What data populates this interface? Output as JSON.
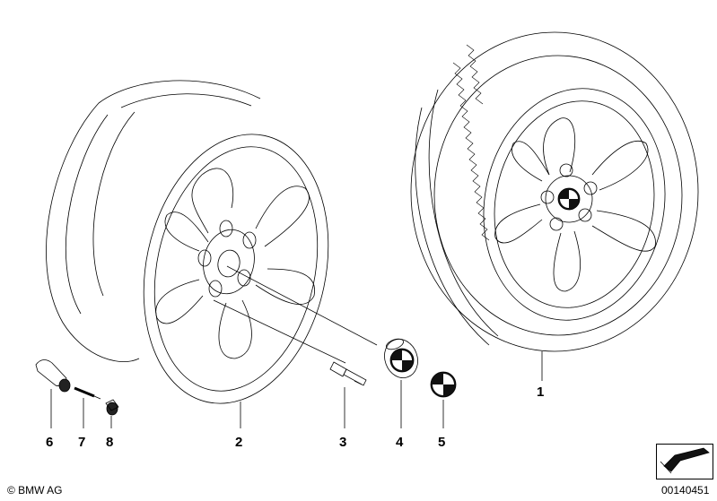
{
  "callouts": [
    {
      "id": "1",
      "label": "1"
    },
    {
      "id": "2",
      "label": "2"
    },
    {
      "id": "3",
      "label": "3"
    },
    {
      "id": "4",
      "label": "4"
    },
    {
      "id": "5",
      "label": "5"
    },
    {
      "id": "6",
      "label": "6"
    },
    {
      "id": "7",
      "label": "7"
    },
    {
      "id": "8",
      "label": "8"
    }
  ],
  "footer": {
    "copyright": "© BMW AG",
    "diagram_number": "00140451"
  },
  "colors": {
    "line": "#000000",
    "background": "#ffffff",
    "emblem_fill": "#111111"
  },
  "icons": {
    "orientation": "arrow-orientation-icon",
    "emblem": "bmw-roundel-icon"
  }
}
